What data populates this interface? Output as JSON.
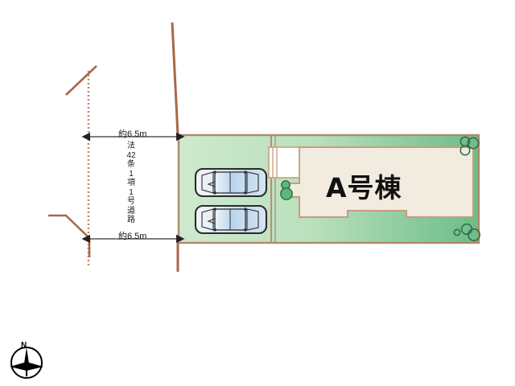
{
  "diagram": {
    "kind": "site-plan",
    "title_label": "A号棟",
    "road": {
      "name_chars": [
        "法",
        "42",
        "条",
        "1",
        "項",
        "1",
        "号",
        "道",
        "路"
      ],
      "name_full": "法42条1項1号道路",
      "width_top": "約6.5m",
      "width_bottom": "約6.5m"
    },
    "compass": {
      "north_label": "N"
    },
    "parking": {
      "count": 2,
      "vehicle_icon": "car-top-view-icon"
    },
    "plantings": {
      "count": 3,
      "icon": "shrub-icon"
    },
    "entrance": {
      "icon": "entrance-porch-icon"
    },
    "colors": {
      "site_fill_light": "#c9e7ca",
      "site_fill_dark": "#6dbd89",
      "site_border": "#b08968",
      "building_fill": "#f2ebe0",
      "building_border": "#c79c7e",
      "road_line": "#a9674a",
      "dotted_line": "#c08a6e",
      "shrub_fill": "#5cb878",
      "shrub_stroke": "#2f6b45",
      "car_body": "#dcebf7",
      "car_stroke": "#2b2b2b",
      "dimension_line": "#333333",
      "text": "#1a1a1a",
      "background": "#ffffff"
    }
  }
}
